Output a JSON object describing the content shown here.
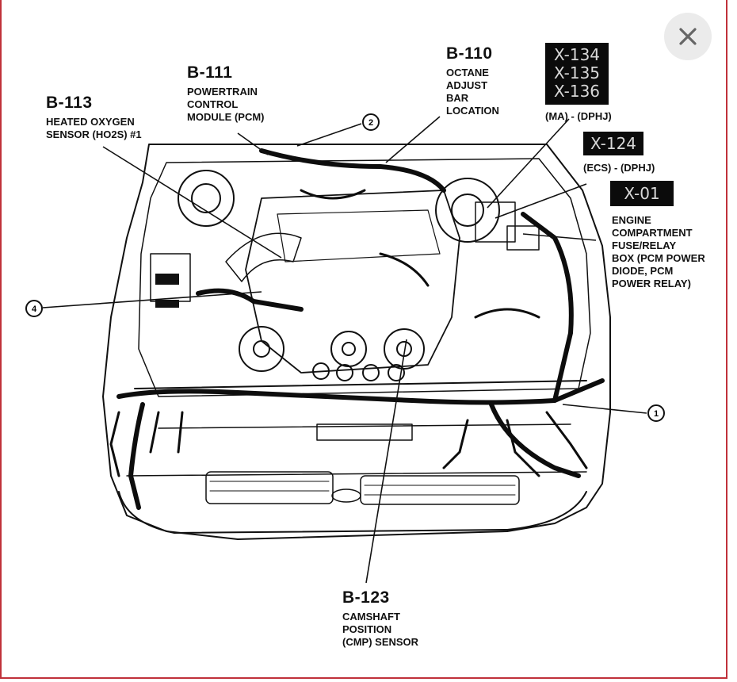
{
  "close": {
    "icon": "close-icon"
  },
  "labels": {
    "b113": {
      "code": "B-113",
      "lines": [
        "HEATED OXYGEN",
        "SENSOR (HO2S) #1"
      ]
    },
    "b111": {
      "code": "B-111",
      "lines": [
        "POWERTRAIN",
        "CONTROL",
        "MODULE (PCM)"
      ]
    },
    "b110": {
      "code": "B-110",
      "lines": [
        "OCTANE",
        "ADJUST",
        "BAR",
        "LOCATION"
      ]
    },
    "b123": {
      "code": "B-123",
      "lines": [
        "CAMSHAFT",
        "POSITION",
        "(CMP) SENSOR"
      ]
    },
    "x134_group": {
      "codes": [
        "X-134",
        "X-135",
        "X-136"
      ],
      "sub": "(MA) - (DPHJ)"
    },
    "x124": {
      "code": "X-124",
      "sub": "(ECS) - (DPHJ)"
    },
    "x01": {
      "code": "X-01",
      "lines": [
        "ENGINE",
        "COMPARTMENT",
        "FUSE/RELAY",
        "BOX (PCM POWER",
        "DIODE, PCM",
        "POWER RELAY)"
      ]
    }
  },
  "callouts": {
    "c1": "1",
    "c2": "2",
    "c4": "4"
  }
}
